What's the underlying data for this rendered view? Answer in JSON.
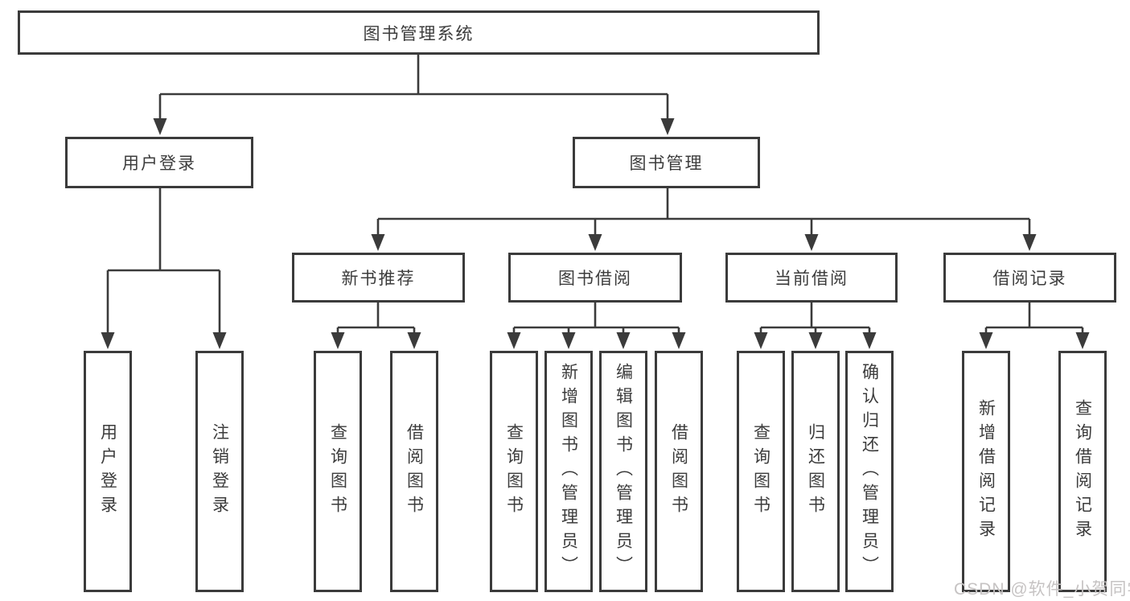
{
  "diagram": {
    "root": "图书管理系统",
    "branches": [
      {
        "label": "用户登录",
        "children": [
          {
            "label": "用户登录"
          },
          {
            "label": "注销登录"
          }
        ]
      },
      {
        "label": "图书管理",
        "children": [
          {
            "label": "新书推荐",
            "children": [
              {
                "label": "查询图书"
              },
              {
                "label": "借阅图书"
              }
            ]
          },
          {
            "label": "图书借阅",
            "children": [
              {
                "label": "查询图书"
              },
              {
                "label": "新增图书（管理员）"
              },
              {
                "label": "编辑图书（管理员）"
              },
              {
                "label": "借阅图书"
              }
            ]
          },
          {
            "label": "当前借阅",
            "children": [
              {
                "label": "查询图书"
              },
              {
                "label": "归还图书"
              },
              {
                "label": "确认归还（管理员）"
              }
            ]
          },
          {
            "label": "借阅记录",
            "children": [
              {
                "label": "新增借阅记录"
              },
              {
                "label": "查询借阅记录"
              }
            ]
          }
        ]
      }
    ],
    "watermark": "CSDN @软件_小贺同学"
  }
}
